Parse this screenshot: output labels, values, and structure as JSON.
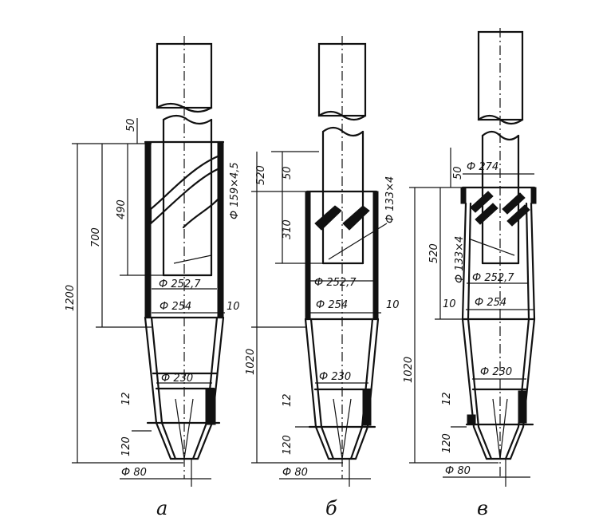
{
  "variants": [
    {
      "id": "a",
      "label": "а",
      "dims": {
        "top_gap": "50",
        "swirl_height": "490",
        "cyl_height": "700",
        "total_height": "1200",
        "pipe_spec": "Ф 159×4,5",
        "inner_d": "Ф 252,7",
        "outer_d": "Ф 254",
        "wall": "10",
        "cone_d": "Ф 230",
        "cone_gap": "12",
        "bottom_h": "120",
        "outlet_d": "Ф 80"
      }
    },
    {
      "id": "b",
      "label": "б",
      "dims": {
        "top_h": "520",
        "top_gap": "50",
        "swirl_height": "310",
        "pipe_spec": "Ф 133×4",
        "inner_d": "Ф 252,7",
        "outer_d": "Ф 254",
        "wall": "10",
        "total_height": "1020",
        "cone_d": "Ф 230",
        "cone_gap": "12",
        "bottom_h": "120",
        "outlet_d": "Ф 80"
      }
    },
    {
      "id": "v",
      "label": "в",
      "dims": {
        "top_gap": "50",
        "top_d": "Ф 274",
        "top_h": "520",
        "pipe_spec": "Ф 133×4",
        "inner_d": "Ф 252,7",
        "wall": "10",
        "outer_d": "Ф 254",
        "total_height": "1020",
        "cone_d": "Ф 230",
        "cone_gap": "12",
        "bottom_h": "120",
        "outlet_d": "Ф 80"
      }
    }
  ]
}
